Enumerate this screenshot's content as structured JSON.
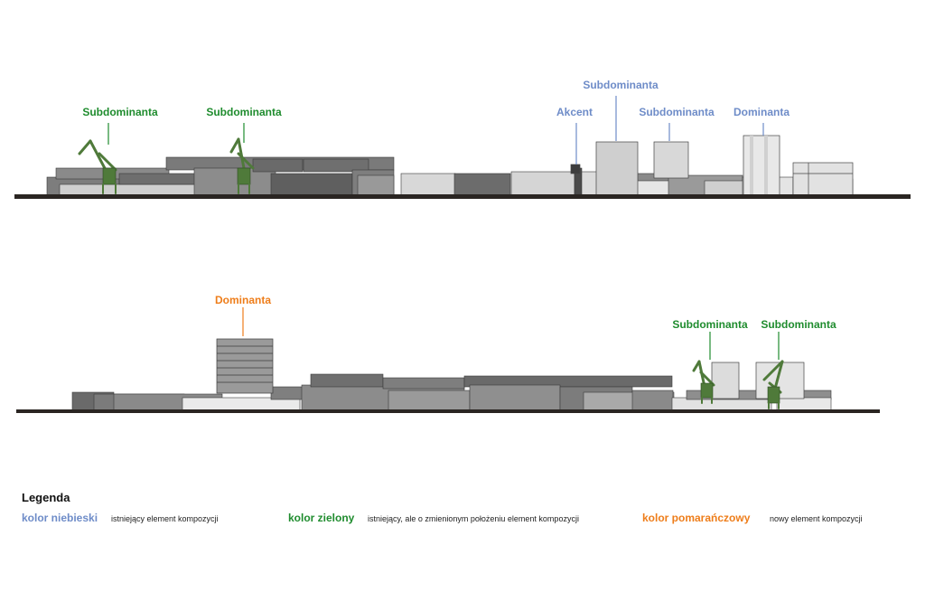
{
  "colors": {
    "existing": "#6e8cc8",
    "relocated": "#1f8c2e",
    "new": "#ee7d1a",
    "ground": "#2a2522",
    "crane": "#4f7a3a"
  },
  "top_elevation": {
    "labels": [
      {
        "text": "Subdominanta",
        "kind": "relocated"
      },
      {
        "text": "Subdominanta",
        "kind": "relocated"
      },
      {
        "text": "Subdominanta",
        "kind": "existing"
      },
      {
        "text": "Akcent",
        "kind": "existing"
      },
      {
        "text": "Subdominanta",
        "kind": "existing"
      },
      {
        "text": "Dominanta",
        "kind": "existing"
      }
    ]
  },
  "bottom_elevation": {
    "labels": [
      {
        "text": "Dominanta",
        "kind": "new"
      },
      {
        "text": "Subdominanta",
        "kind": "relocated"
      },
      {
        "text": "Subdominanta",
        "kind": "relocated"
      }
    ]
  },
  "legend": {
    "title": "Legenda",
    "items": [
      {
        "key": "kolor niebieski",
        "desc": "istniejący element kompozycji",
        "kind": "existing"
      },
      {
        "key": "kolor zielony",
        "desc": "istniejący, ale o zmienionym położeniu element kompozycji",
        "kind": "relocated"
      },
      {
        "key": "kolor pomarańczowy",
        "desc": "nowy element kompozycji",
        "kind": "new"
      }
    ]
  }
}
